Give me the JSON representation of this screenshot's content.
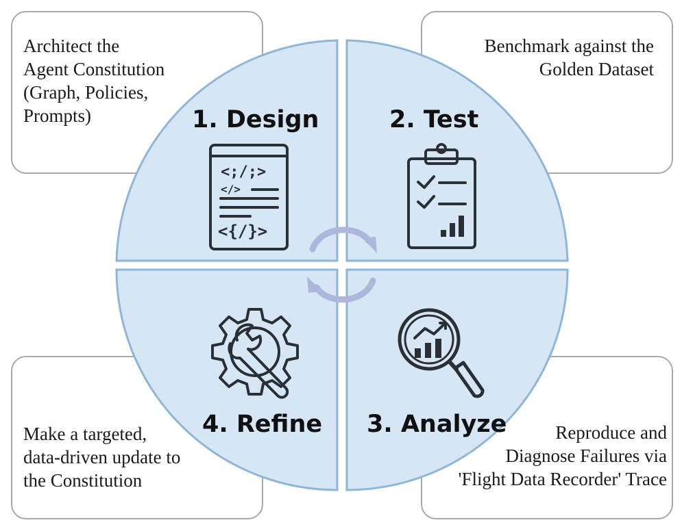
{
  "colors": {
    "quadrant_fill": "#d6e6f4",
    "quadrant_stroke": "#8fb6d6",
    "icon_stroke": "#2a2f36",
    "arrow": "#aeb6dc",
    "card_border": "#a9a9a9"
  },
  "stages": [
    {
      "title": "1. Design",
      "icon": "code-document-icon"
    },
    {
      "title": "2. Test",
      "icon": "clipboard-checklist-icon"
    },
    {
      "title": "3. Analyze",
      "icon": "magnifier-chart-icon"
    },
    {
      "title": "4. Refine",
      "icon": "gear-wrench-icon"
    }
  ],
  "cards": {
    "design": "Architect the\nAgent Constitution\n(Graph, Policies,\nPrompts)",
    "test": "Benchmark against the\nGolden Dataset",
    "analyze": "Reproduce and\nDiagnose Failures via\n'Flight Data Recorder' Trace",
    "refine": "Make a targeted,\ndata-driven update to\nthe Constitution"
  },
  "icon_text": {
    "line1": "<;/;>",
    "line2": "</>",
    "line3": "<{/}>"
  }
}
